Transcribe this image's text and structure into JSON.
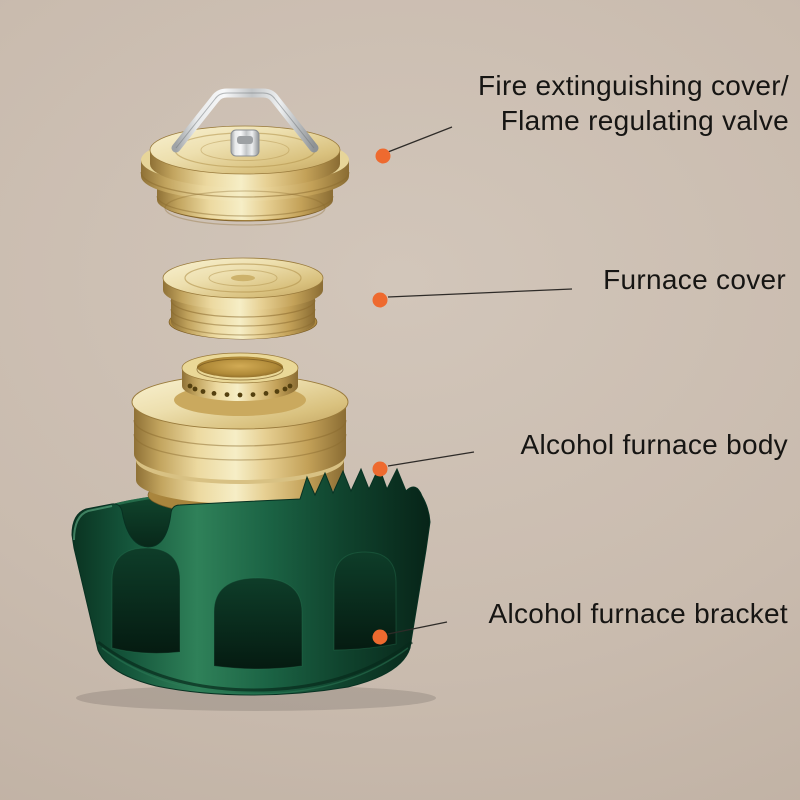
{
  "annotations": {
    "fire_cover": {
      "line1": "Fire extinguishing cover/",
      "line2": "Flame regulating valve"
    },
    "furnace_cover": {
      "text": "Furnace cover"
    },
    "furnace_body": {
      "text": "Alcohol furnace body"
    },
    "bracket": {
      "text": "Alcohol furnace bracket"
    }
  },
  "colors": {
    "background": "#c9bbae",
    "callout_dot": "#ee6a2f",
    "leader_line": "#2e2b28",
    "label_text": "#161513",
    "brass_light": "#f6eec6",
    "brass_dark": "#8a6c33",
    "chrome": "#e8eaeb",
    "bracket_green": "#1b6344"
  }
}
